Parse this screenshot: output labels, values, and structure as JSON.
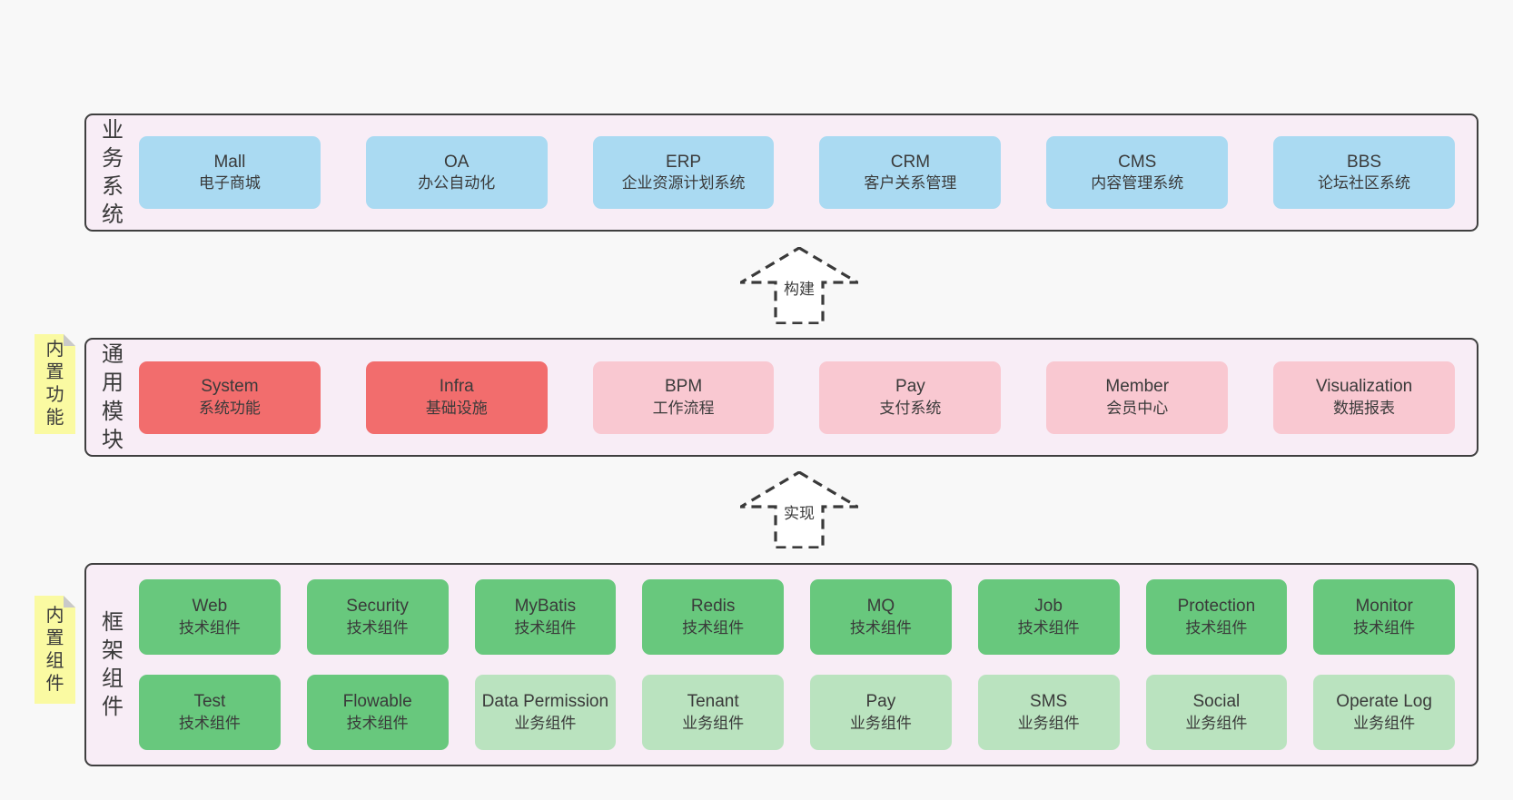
{
  "palette": {
    "page_bg": "#f8f8f8",
    "layer_bg": "#f8edf6",
    "layer_border": "#3f3f3f",
    "note_bg": "#fafaa2",
    "note_fold": "#c9c9c9",
    "box_blue": "#aadaf2",
    "box_red": "#f26d6d",
    "box_pink": "#f9c8d1",
    "box_green": "#68c87d",
    "box_light_green": "#bae3bf",
    "text": "#3a3a3a"
  },
  "arrows": [
    {
      "label": "构建"
    },
    {
      "label": "实现"
    }
  ],
  "layers": [
    {
      "label": "业务系统",
      "rows": [
        [
          {
            "name": "Mall",
            "desc": "电子商城"
          },
          {
            "name": "OA",
            "desc": "办公自动化"
          },
          {
            "name": "ERP",
            "desc": "企业资源计划系统"
          },
          {
            "name": "CRM",
            "desc": "客户关系管理"
          },
          {
            "name": "CMS",
            "desc": "内容管理系统"
          },
          {
            "name": "BBS",
            "desc": "论坛社区系统"
          }
        ]
      ]
    },
    {
      "label": "通用模块",
      "note": "内置功能",
      "rows": [
        [
          {
            "name": "System",
            "desc": "系统功能"
          },
          {
            "name": "Infra",
            "desc": "基础设施"
          },
          {
            "name": "BPM",
            "desc": "工作流程"
          },
          {
            "name": "Pay",
            "desc": "支付系统"
          },
          {
            "name": "Member",
            "desc": "会员中心"
          },
          {
            "name": "Visualization",
            "desc": "数据报表"
          }
        ]
      ]
    },
    {
      "label": "框架组件",
      "note": "内置组件",
      "rows": [
        [
          {
            "name": "Web",
            "desc": "技术组件"
          },
          {
            "name": "Security",
            "desc": "技术组件"
          },
          {
            "name": "MyBatis",
            "desc": "技术组件"
          },
          {
            "name": "Redis",
            "desc": "技术组件"
          },
          {
            "name": "MQ",
            "desc": "技术组件"
          },
          {
            "name": "Job",
            "desc": "技术组件"
          },
          {
            "name": "Protection",
            "desc": "技术组件"
          },
          {
            "name": "Monitor",
            "desc": "技术组件"
          }
        ],
        [
          {
            "name": "Test",
            "desc": "技术组件"
          },
          {
            "name": "Flowable",
            "desc": "技术组件"
          },
          {
            "name": "Data Permission",
            "desc": "业务组件"
          },
          {
            "name": "Tenant",
            "desc": "业务组件"
          },
          {
            "name": "Pay",
            "desc": "业务组件"
          },
          {
            "name": "SMS",
            "desc": "业务组件"
          },
          {
            "name": "Social",
            "desc": "业务组件"
          },
          {
            "name": "Operate Log",
            "desc": "业务组件"
          }
        ]
      ]
    }
  ]
}
